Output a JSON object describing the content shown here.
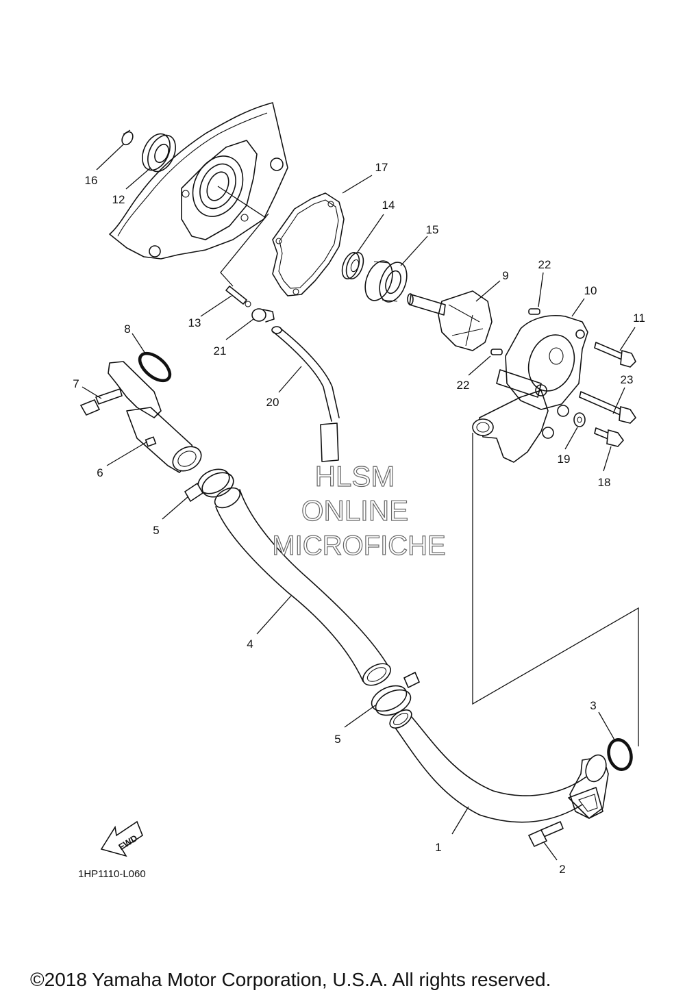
{
  "diagram_code": "1HP1110-L060",
  "copyright": "©2018 Yamaha Motor Corporation, U.S.A. All rights reserved.",
  "watermark": {
    "line1": "HLSM",
    "line2": "ONLINE",
    "line3": "MICROFICHE"
  },
  "fwd_label": "FWD",
  "callouts": {
    "c1": "1",
    "c2": "2",
    "c3": "3",
    "c4": "4",
    "c5a": "5",
    "c5b": "5",
    "c6": "6",
    "c7": "7",
    "c8": "8",
    "c9": "9",
    "c10": "10",
    "c11": "11",
    "c12": "12",
    "c13": "13",
    "c14": "14",
    "c15": "15",
    "c16": "16",
    "c17": "17",
    "c18": "18",
    "c19": "19",
    "c20": "20",
    "c21": "21",
    "c22a": "22",
    "c22b": "22",
    "c23": "23"
  }
}
